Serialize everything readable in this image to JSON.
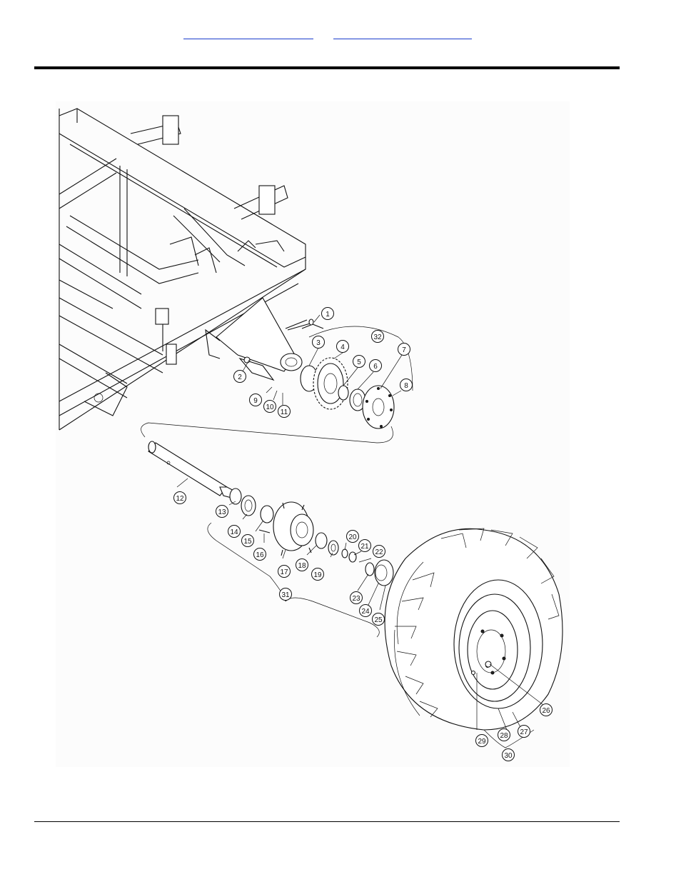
{
  "header": {
    "link_left": "",
    "link_right": ""
  },
  "callouts": [
    {
      "n": "1"
    },
    {
      "n": "2"
    },
    {
      "n": "3"
    },
    {
      "n": "4"
    },
    {
      "n": "5"
    },
    {
      "n": "6"
    },
    {
      "n": "7"
    },
    {
      "n": "8"
    },
    {
      "n": "9"
    },
    {
      "n": "10"
    },
    {
      "n": "11"
    },
    {
      "n": "12"
    },
    {
      "n": "13"
    },
    {
      "n": "14"
    },
    {
      "n": "15"
    },
    {
      "n": "16"
    },
    {
      "n": "17"
    },
    {
      "n": "18"
    },
    {
      "n": "19"
    },
    {
      "n": "20"
    },
    {
      "n": "21"
    },
    {
      "n": "22"
    },
    {
      "n": "23"
    },
    {
      "n": "24"
    },
    {
      "n": "25"
    },
    {
      "n": "26"
    },
    {
      "n": "27"
    },
    {
      "n": "28"
    },
    {
      "n": "29"
    },
    {
      "n": "30"
    },
    {
      "n": "31"
    },
    {
      "n": "32"
    }
  ]
}
